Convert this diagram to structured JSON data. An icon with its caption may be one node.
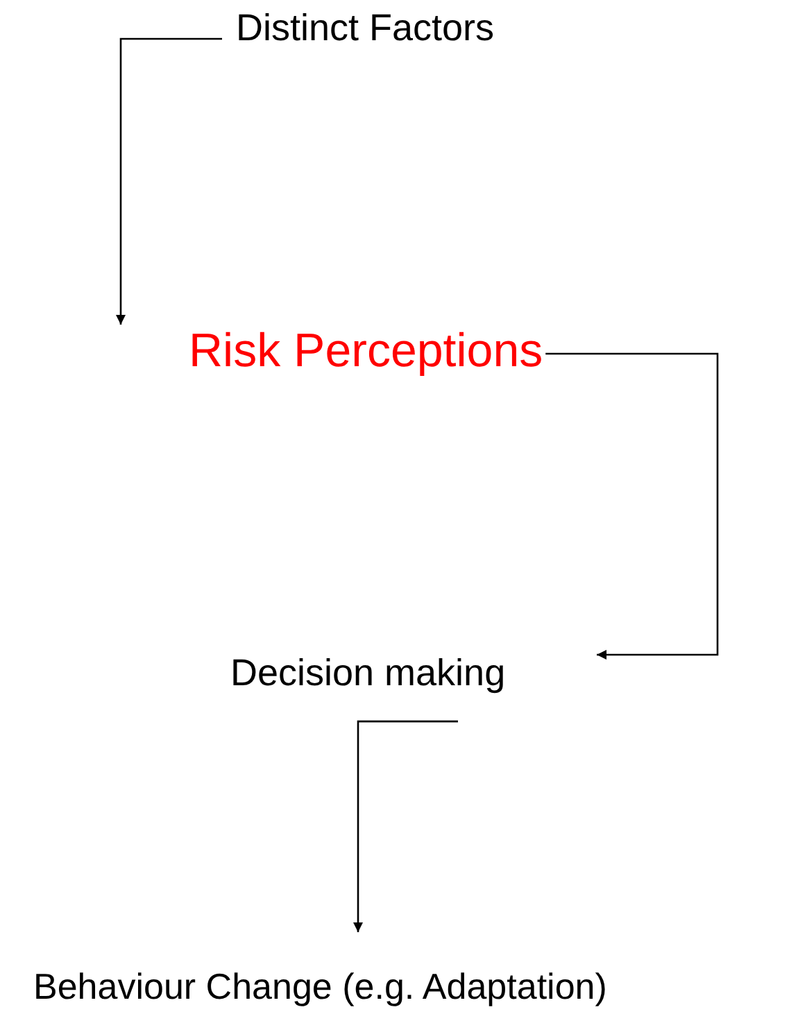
{
  "diagram": {
    "nodes": [
      {
        "text": [
          "Distinct Factors"
        ]
      },
      {
        "text": [
          "Risk Perceptions"
        ]
      },
      {
        "text": [
          "Decision making"
        ]
      },
      {
        "text": [
          "Behaviour Change (e.g. Adaptation)"
        ]
      }
    ],
    "edges": [
      {
        "from": 0,
        "to": 1,
        "arrow": "to"
      },
      {
        "from": 1,
        "to": 2,
        "arrow": "to"
      },
      {
        "from": 2,
        "to": 3,
        "arrow": "to"
      }
    ]
  }
}
